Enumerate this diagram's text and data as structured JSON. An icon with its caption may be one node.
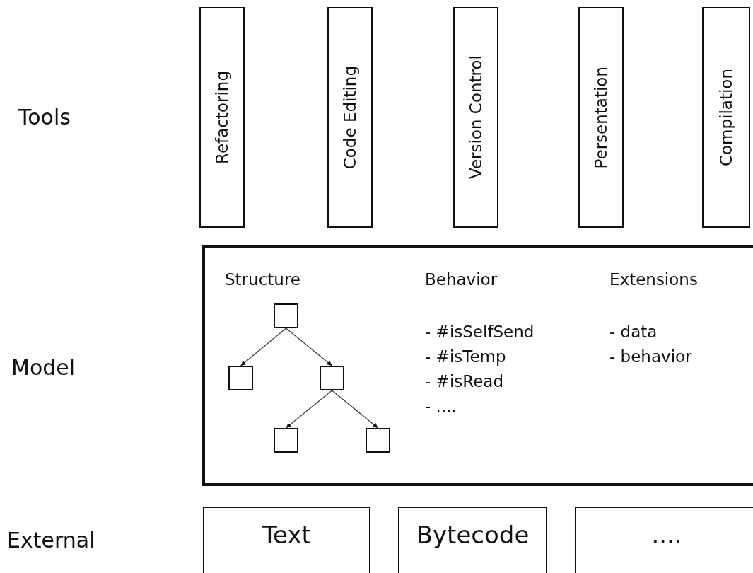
{
  "diagram": {
    "nodes": [
      {
        "text": [
          "Refactoring"
        ]
      },
      {
        "text": [
          "Code Editing"
        ]
      },
      {
        "text": [
          "Version Control"
        ]
      },
      {
        "text": [
          "Persentation"
        ]
      },
      {
        "text": [
          "Compilation"
        ]
      },
      {
        "text": [
          "Structure",
          "Behavior",
          "- #isSelfSend",
          "- #isTemp",
          "- #isRead",
          "- ....",
          "Extensions",
          "- data",
          "- behavior"
        ]
      },
      {
        "text": [],
        "shape": "box",
        "in": 5
      },
      {
        "text": [],
        "shape": "box",
        "in": 5
      },
      {
        "text": [],
        "shape": "box",
        "in": 5
      },
      {
        "text": [],
        "shape": "box",
        "in": 5
      },
      {
        "text": [],
        "shape": "box",
        "in": 5
      },
      {
        "text": [
          "Text"
        ]
      },
      {
        "text": [
          "Bytecode"
        ]
      },
      {
        "text": [
          "...."
        ]
      }
    ],
    "edges": [
      {
        "from": 6,
        "to": 7,
        "arrow": "to"
      },
      {
        "from": 6,
        "to": 8,
        "arrow": "to"
      },
      {
        "from": 8,
        "to": 9,
        "arrow": "to"
      },
      {
        "from": 8,
        "to": 10,
        "arrow": "to"
      }
    ],
    "labels": [
      "Tools",
      "Model",
      "External"
    ]
  }
}
